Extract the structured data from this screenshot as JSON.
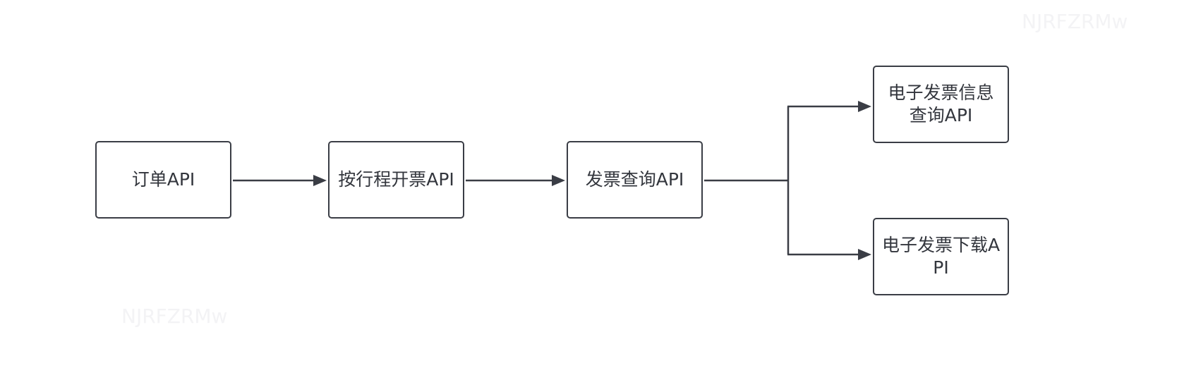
{
  "watermark": {
    "text": "NJRFZRMw"
  },
  "nodes": {
    "order_api": "订单API",
    "trip_invoice_api": "按行程开票API",
    "invoice_query_api": "发票查询API",
    "einvoice_info_query_api": "电子发票信息查询API",
    "einvoice_download_api": "电子发票下载API"
  },
  "colors": {
    "border": "#3a3d45",
    "text": "#33363d",
    "connector": "#3a3d45",
    "background": "#ffffff"
  }
}
